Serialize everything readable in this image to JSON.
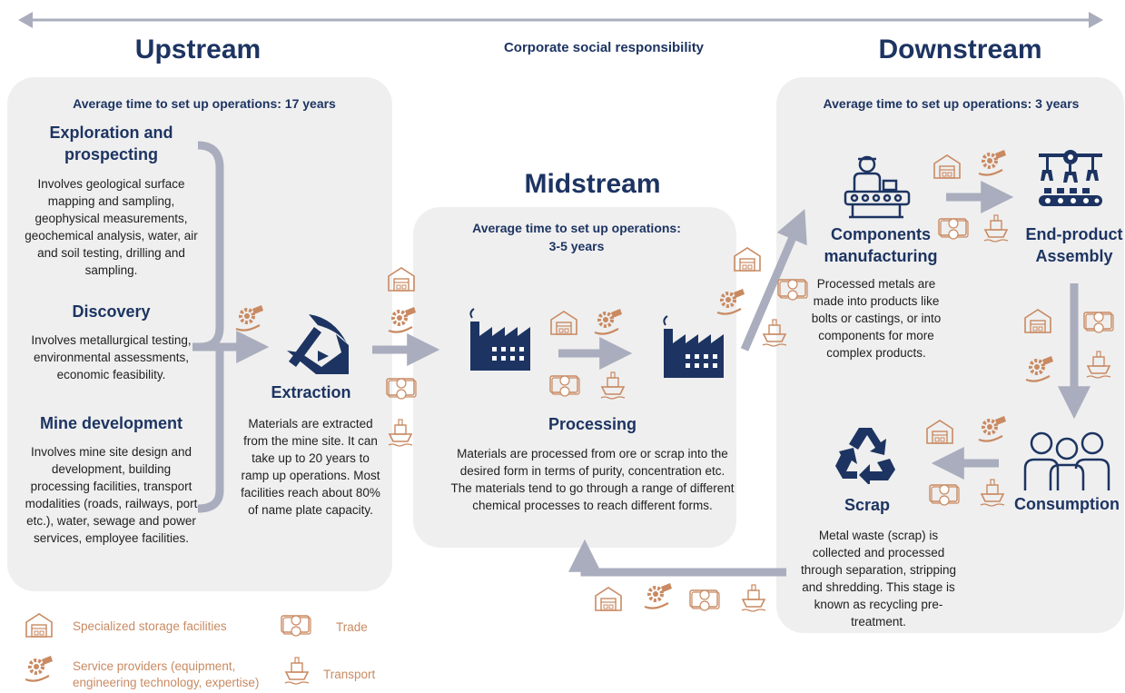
{
  "header": {
    "upstream": "Upstream",
    "csr": "Corporate social responsibility",
    "downstream": "Downstream"
  },
  "upstream": {
    "time": "Average time to set up operations: 17 years",
    "exploration_title": "Exploration and prospecting",
    "exploration_body": "Involves geological surface mapping and sampling, geophysical measurements, geochemical analysis, water, air and soil testing, drilling and sampling.",
    "discovery_title": "Discovery",
    "discovery_body": "Involves metallurgical testing, environmental assessments, economic feasibility.",
    "mine_title": "Mine development",
    "mine_body": "Involves mine site design and development, building processing facilities, transport modalities (roads, railways, port etc.), water, sewage and power services, employee facilities."
  },
  "extraction": {
    "title": "Extraction",
    "body": "Materials are extracted from the mine site. It can take up to 20 years to ramp up operations. Most facilities reach about 80% of name plate capacity."
  },
  "midstream": {
    "title": "Midstream",
    "time_line1": "Average time to set up operations:",
    "time_line2": "3-5 years",
    "processing_title": "Processing",
    "processing_body": "Materials are processed from ore or scrap into the desired form in terms of purity, concentration etc. The materials tend to go through a range of different chemical processes to reach different forms."
  },
  "downstream": {
    "time": "Average time to set up operations: 3 years",
    "components_title": "Components manufacturing",
    "components_body": "Processed metals are made into products like bolts or castings, or into components for more complex products.",
    "assembly_title": "End-product Assembly",
    "consumption_title": "Consumption",
    "scrap_title": "Scrap",
    "scrap_body": "Metal waste (scrap) is collected and processed through separation, stripping and shredding. This stage is known as recycling pre-treatment."
  },
  "legend": {
    "storage": "Specialized storage facilities",
    "trade": "Trade",
    "service": "Service providers (equipment, engineering technology, expertise)",
    "transport": "Transport"
  },
  "colors": {
    "navy": "#1d3462",
    "copper": "#c98a62",
    "panel": "#efefef",
    "arrow": "#a9adbd"
  }
}
